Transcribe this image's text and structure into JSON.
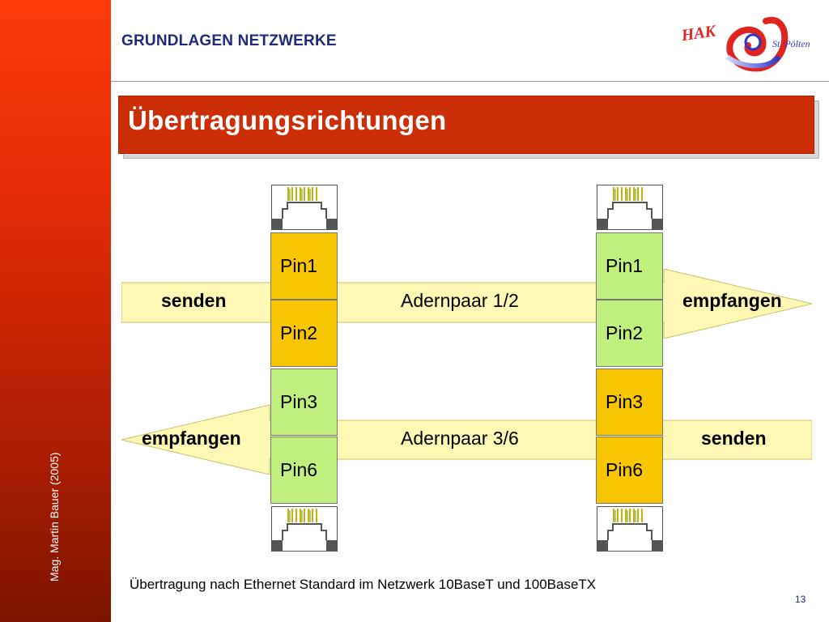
{
  "slide": {
    "header": "GRUNDLAGEN NETZWERKE",
    "title": "Übertragungsrichtungen",
    "author": "Mag. Martin Bauer (2005)",
    "page_number": "13",
    "caption": "Übertragung nach Ethernet Standard im Netzwerk 10BaseT und 100BaseTX"
  },
  "logo": {
    "text_left": "HAK",
    "text_right": "St. Pölten"
  },
  "top_band": {
    "left_label": "senden",
    "center_label": "Adernpaar 1/2",
    "right_label": "empfangen"
  },
  "bottom_band": {
    "left_label": "empfangen",
    "center_label": "Adernpaar 3/6",
    "right_label": "senden"
  },
  "left_connector": {
    "pins": [
      {
        "label": "Pin1",
        "color": "orange"
      },
      {
        "label": "Pin2",
        "color": "orange"
      },
      {
        "label": "Pin3",
        "color": "green"
      },
      {
        "label": "Pin6",
        "color": "green"
      }
    ]
  },
  "right_connector": {
    "pins": [
      {
        "label": "Pin1",
        "color": "green"
      },
      {
        "label": "Pin2",
        "color": "green"
      },
      {
        "label": "Pin3",
        "color": "orange"
      },
      {
        "label": "Pin6",
        "color": "orange"
      }
    ]
  },
  "colors": {
    "sidebar": "#e02a05",
    "title_bar": "#cc2f08",
    "header_text": "#1f2a7a",
    "pin_orange": "#f7c600",
    "pin_green": "#bff07d",
    "band_fill": "#fff8b4"
  }
}
